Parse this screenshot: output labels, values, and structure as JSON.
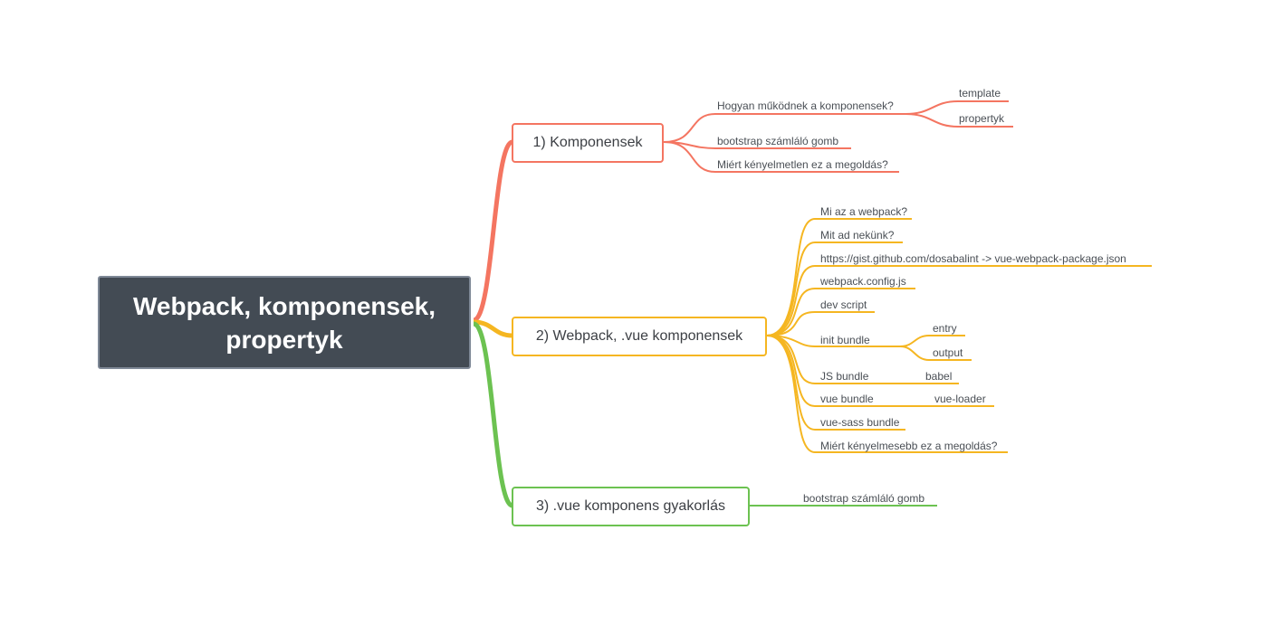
{
  "colors": {
    "root_bg": "#434b54",
    "root_border": "#7e8896",
    "branch1": "#f47561",
    "branch2": "#f5b621",
    "branch3": "#6cc251"
  },
  "root": {
    "line1": "Webpack, komponensek,",
    "line2": "propertyk"
  },
  "branch1": {
    "title": "1) Komponensek",
    "children": [
      "Hogyan működnek a komponensek?",
      "bootstrap számláló gomb",
      "Miért kényelmetlen ez a megoldás?"
    ],
    "grandchildren": [
      "template",
      "propertyk"
    ]
  },
  "branch2": {
    "title": "2) Webpack, .vue komponensek",
    "children": [
      "Mi az a webpack?",
      "Mit ad nekünk?",
      "https://gist.github.com/dosabalint -> vue-webpack-package.json",
      "webpack.config.js",
      "dev script",
      "init bundle",
      "JS bundle",
      "vue bundle",
      "vue-sass bundle",
      "Miért kényelmesebb ez a megoldás?"
    ],
    "init_children": [
      "entry",
      "output"
    ],
    "js_child": "babel",
    "vue_child": "vue-loader"
  },
  "branch3": {
    "title": "3) .vue komponens gyakorlás",
    "children": [
      "bootstrap számláló gomb"
    ]
  }
}
